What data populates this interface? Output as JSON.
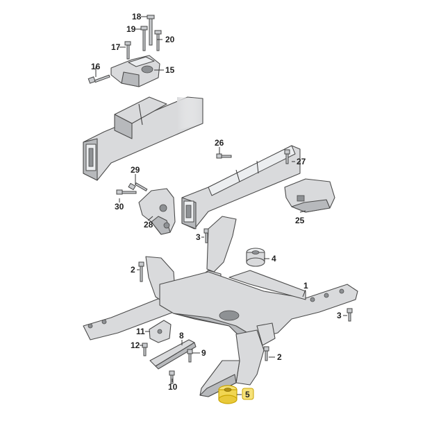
{
  "diagram": {
    "colors": {
      "part_fill": "#d9dadc",
      "part_shadow": "#b7b9bc",
      "outline": "#4a4a4a",
      "highlight": "#f6e27a",
      "highlight_stroke": "#c9a400",
      "callout_text": "#222222"
    },
    "callouts": [
      {
        "id": "c1",
        "label": "1"
      },
      {
        "id": "c2a",
        "label": "2"
      },
      {
        "id": "c2b",
        "label": "2"
      },
      {
        "id": "c3a",
        "label": "3"
      },
      {
        "id": "c3b",
        "label": "3"
      },
      {
        "id": "c4",
        "label": "4"
      },
      {
        "id": "c5",
        "label": "5",
        "highlighted": true
      },
      {
        "id": "c8",
        "label": "8"
      },
      {
        "id": "c9",
        "label": "9"
      },
      {
        "id": "c10",
        "label": "10"
      },
      {
        "id": "c11",
        "label": "11"
      },
      {
        "id": "c12",
        "label": "12"
      },
      {
        "id": "c15",
        "label": "15"
      },
      {
        "id": "c16",
        "label": "16"
      },
      {
        "id": "c17",
        "label": "17"
      },
      {
        "id": "c18",
        "label": "18"
      },
      {
        "id": "c19",
        "label": "19"
      },
      {
        "id": "c20",
        "label": "20"
      },
      {
        "id": "c25",
        "label": "25"
      },
      {
        "id": "c26",
        "label": "26"
      },
      {
        "id": "c27",
        "label": "27"
      },
      {
        "id": "c28",
        "label": "28"
      },
      {
        "id": "c29",
        "label": "29"
      },
      {
        "id": "c30",
        "label": "30"
      }
    ]
  }
}
